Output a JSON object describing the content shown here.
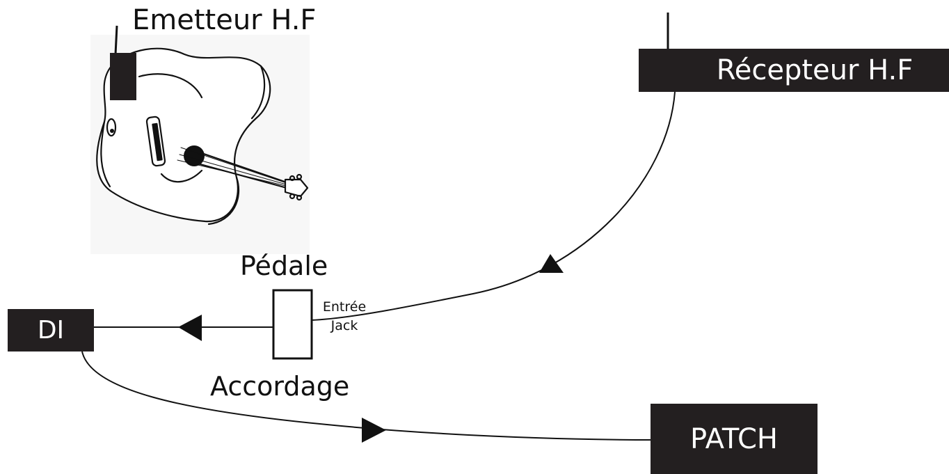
{
  "diagram": {
    "transmitter_label": "Emetteur H.F",
    "receiver_label": "Récepteur H.F",
    "pedal_label": "Pédale",
    "tuning_label": "Accordage",
    "input_label_line1": "Entrée",
    "input_label_line2": "Jack",
    "di_label": "DI",
    "patch_label": "PATCH",
    "guitar_icon": "acoustic-guitar-icon",
    "colors": {
      "box_fill": "#231f20",
      "box_text": "#ffffff",
      "line": "#111111",
      "background": "#ffffff"
    }
  }
}
